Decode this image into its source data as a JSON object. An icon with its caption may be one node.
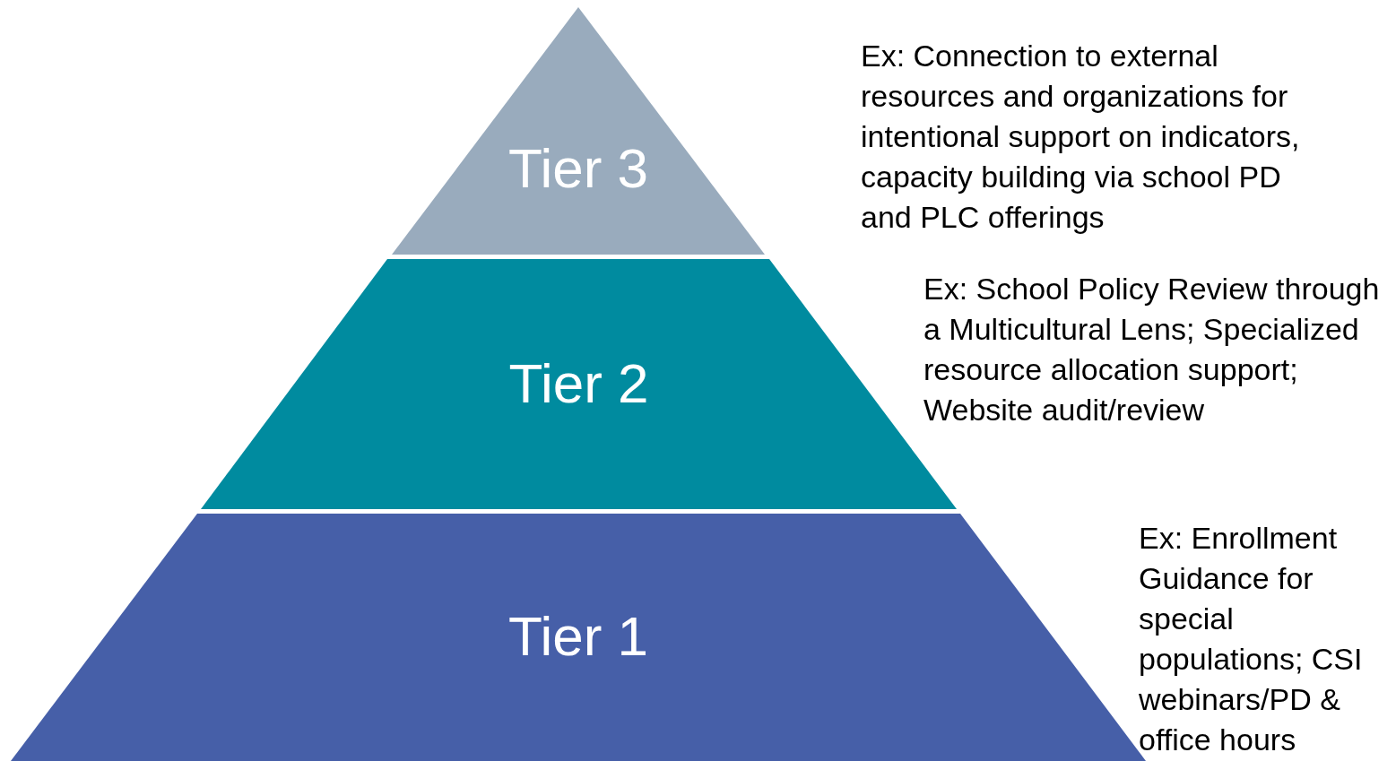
{
  "diagram": {
    "nodes": [
      {
        "text": [
          "Tier 3"
        ]
      },
      {
        "text": [
          "Tier 2"
        ],
        "beside": [
          "Ex: School Policy Review through a Multicultural Lens; Specialized resource allocation support; Website audit/review"
        ]
      },
      {
        "text": [
          "Tier 1"
        ],
        "beside": [
          "Ex: Enrollment Guidance for special populations; CSI webinars/PD & office hours"
        ]
      }
    ],
    "labels": [
      "Ex: Connection to external resources and organizations for intentional support on indicators, capacity building via school PD and PLC offerings"
    ]
  }
}
